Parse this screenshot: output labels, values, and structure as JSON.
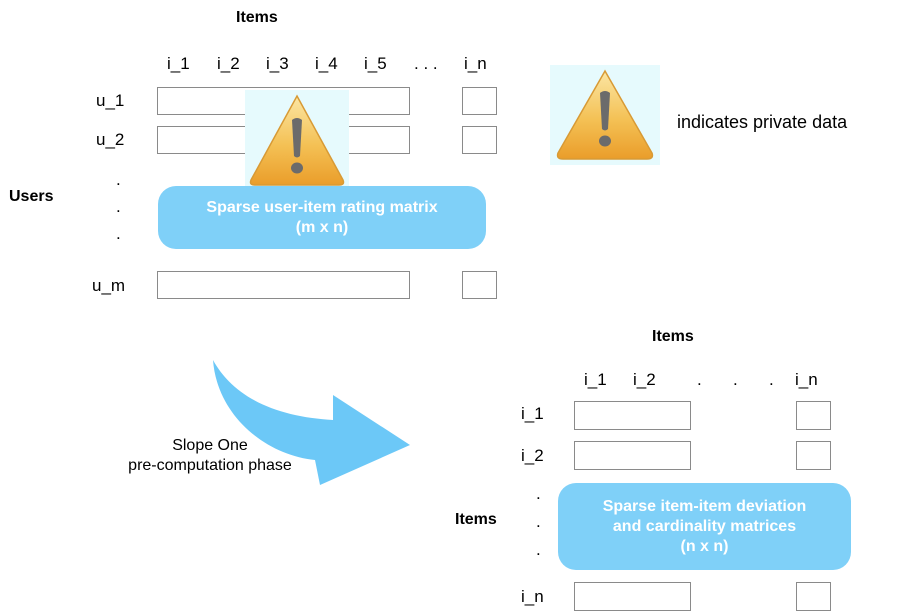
{
  "top_matrix": {
    "items_header": "Items",
    "users_header": "Users",
    "col_labels": [
      "i_1",
      "i_2",
      "i_3",
      "i_4",
      "i_5",
      "i_n"
    ],
    "col_ellipsis": ". . .",
    "row_labels": [
      "u_1",
      "u_2",
      "u_m"
    ],
    "row_dots": ".",
    "bubble_line1": "Sparse user-item rating matrix",
    "bubble_line2": "(m x n)"
  },
  "legend": {
    "icon": "warning-icon",
    "text": "indicates private data"
  },
  "arrow": {
    "caption_line1": "Slope One",
    "caption_line2": "pre-computation phase"
  },
  "bottom_matrix": {
    "items_header_top": "Items",
    "items_header_left": "Items",
    "col_labels": [
      "i_1",
      "i_2",
      "i_n"
    ],
    "col_dot": ".",
    "row_labels": [
      "i_1",
      "i_2",
      "i_n"
    ],
    "row_dots": ".",
    "bubble_line1": "Sparse item-item deviation",
    "bubble_line2": "and cardinality matrices",
    "bubble_line3": "(n x n)"
  },
  "colors": {
    "bubble": "#7fd0f8",
    "arrow": "#6cc8f7",
    "warning_fill": "#f2b233",
    "highlight": "#e6fafd"
  }
}
